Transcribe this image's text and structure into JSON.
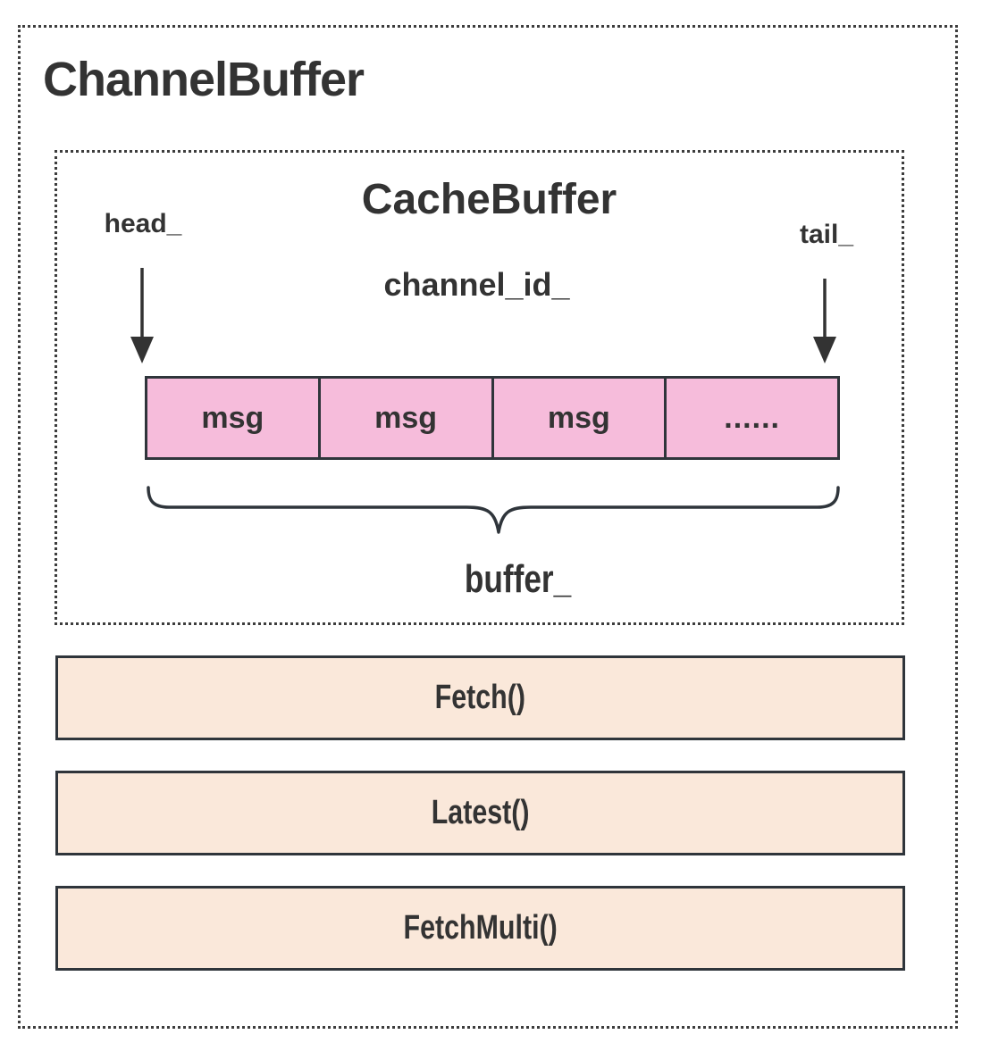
{
  "diagram": {
    "outer_title": "ChannelBuffer",
    "cache_buffer": {
      "title": "CacheBuffer",
      "channel_id_label": "channel_id_",
      "head_label": "head_",
      "tail_label": "tail_",
      "cells": [
        "msg",
        "msg",
        "msg",
        "......"
      ],
      "buffer_label": "buffer_"
    },
    "methods": [
      "Fetch()",
      "Latest()",
      "FetchMulti()"
    ],
    "colors": {
      "cell_fill": "#f6bcdb",
      "method_fill": "#fae8da",
      "line": "#2f353b",
      "text": "#333333",
      "background": "#ffffff"
    }
  }
}
